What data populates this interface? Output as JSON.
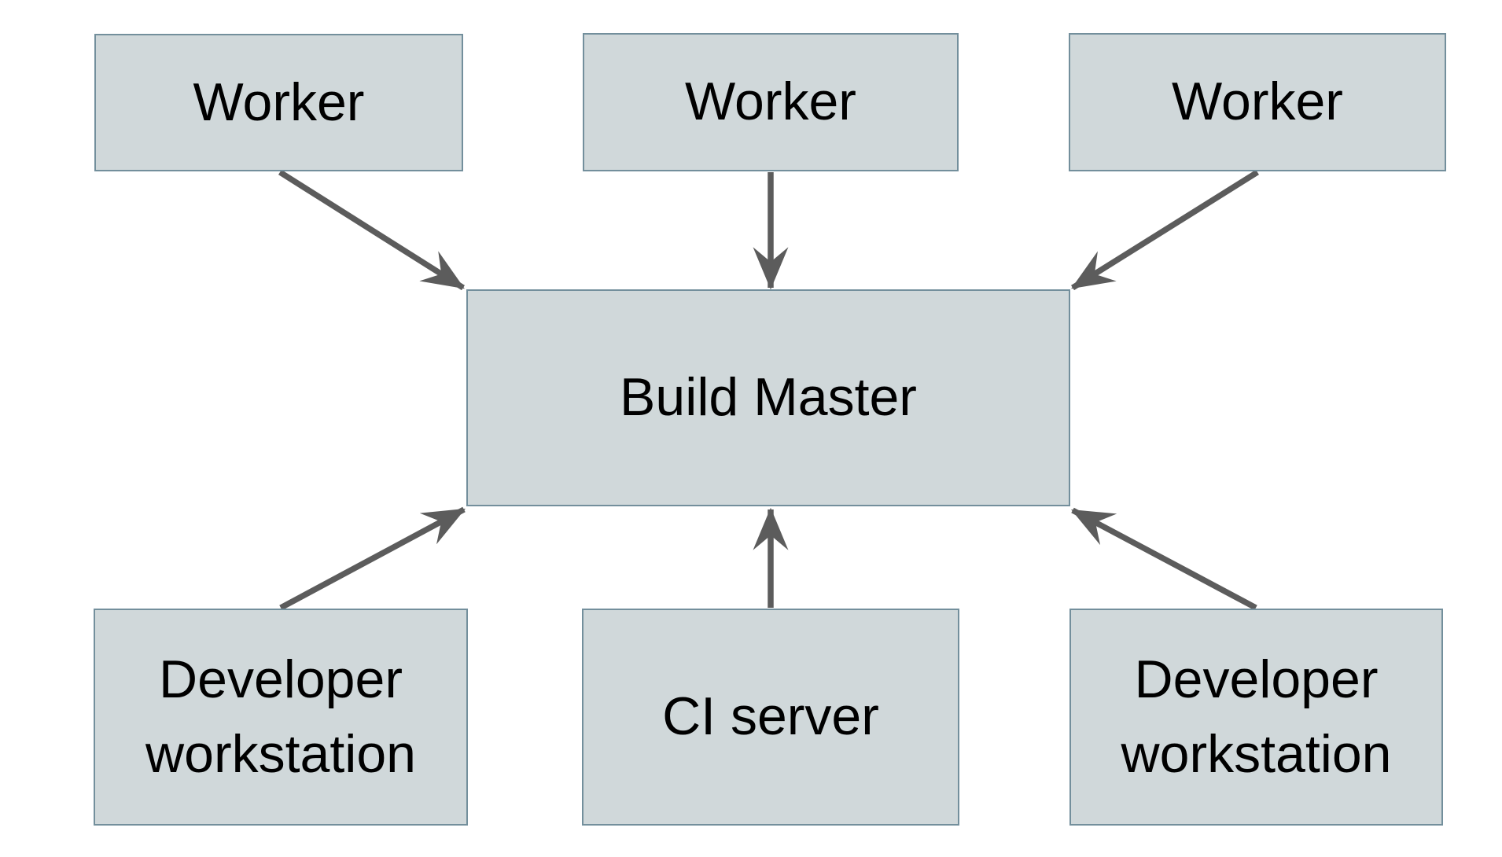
{
  "colors": {
    "box-fill": "#d0d8da",
    "box-border": "#738f9c",
    "arrow": "#5c5c5c",
    "text": "#000000",
    "background": "#ffffff"
  },
  "diagram": {
    "nodes": [
      {
        "id": "worker-1",
        "label": "Worker"
      },
      {
        "id": "worker-2",
        "label": "Worker"
      },
      {
        "id": "worker-3",
        "label": "Worker"
      },
      {
        "id": "build-master",
        "label": "Build Master"
      },
      {
        "id": "developer-workstation-left",
        "label": "Developer workstation"
      },
      {
        "id": "ci-server",
        "label": "CI server"
      },
      {
        "id": "developer-workstation-right",
        "label": "Developer workstation"
      }
    ],
    "edges": [
      {
        "from": "worker-1",
        "to": "build-master"
      },
      {
        "from": "worker-2",
        "to": "build-master"
      },
      {
        "from": "worker-3",
        "to": "build-master"
      },
      {
        "from": "developer-workstation-left",
        "to": "build-master"
      },
      {
        "from": "ci-server",
        "to": "build-master"
      },
      {
        "from": "developer-workstation-right",
        "to": "build-master"
      }
    ]
  }
}
